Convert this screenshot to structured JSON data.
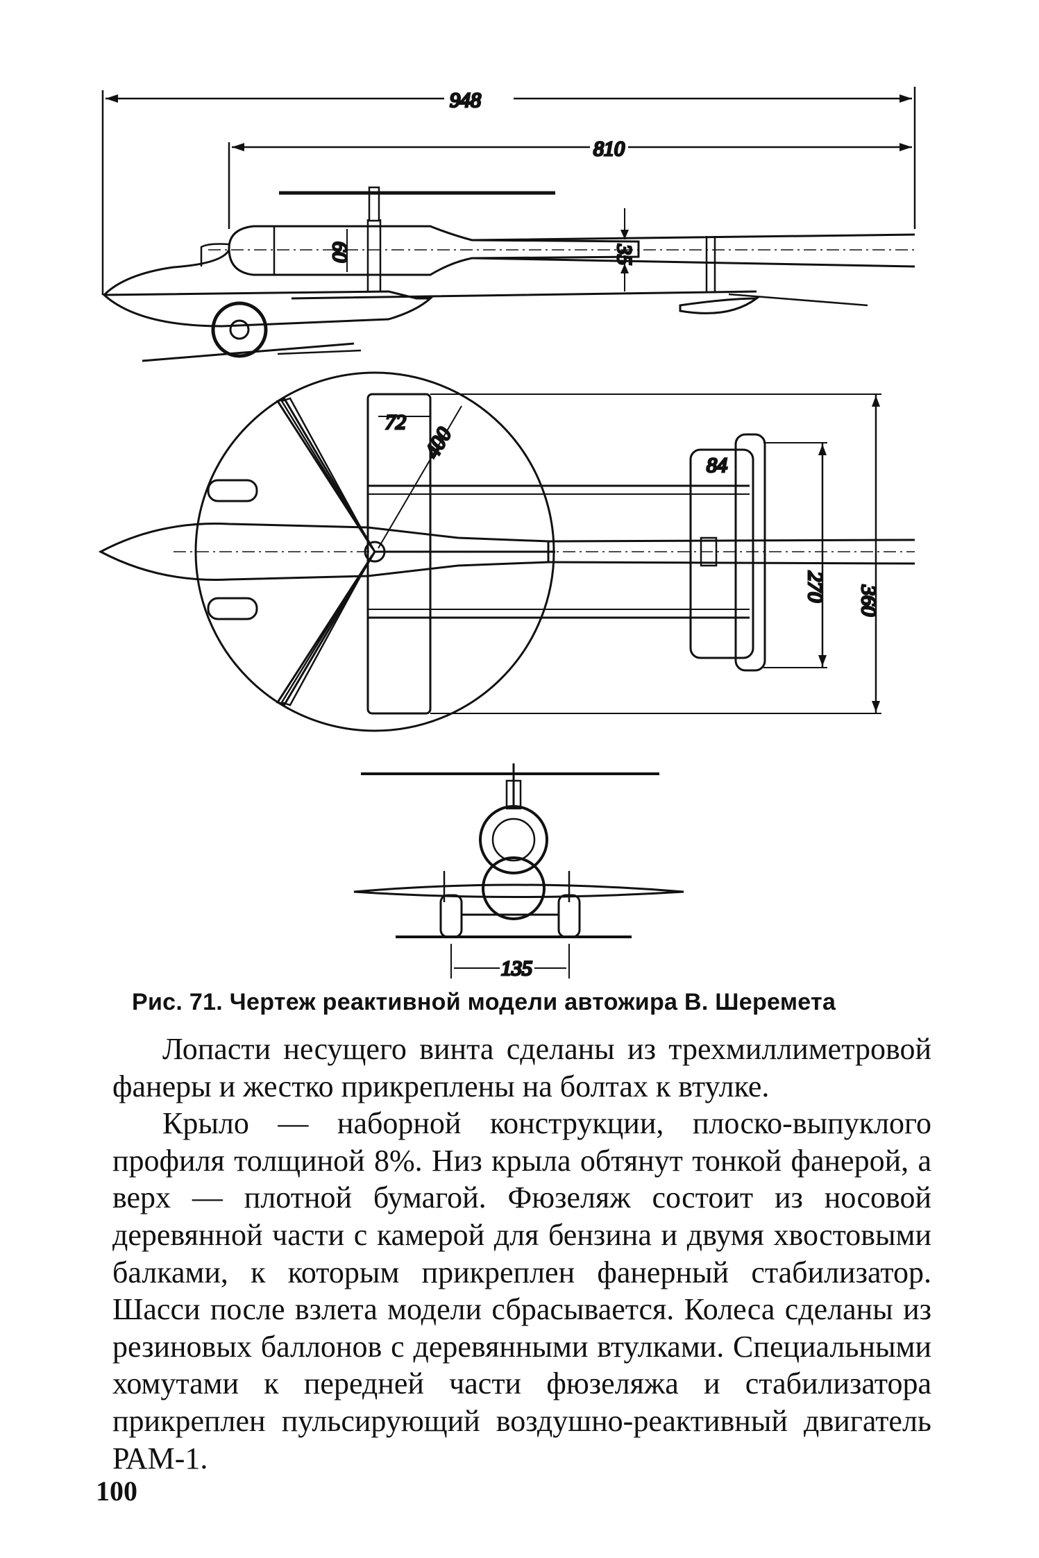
{
  "figure": {
    "dimensions": {
      "total_length": "948",
      "boom_length": "810",
      "fuselage_diameter": "60",
      "boom_diameter": "35",
      "wing_chord": "72",
      "rotor_diameter": "400",
      "stabilizer_chord": "84",
      "stabilizer_span": "270",
      "wing_span": "360",
      "track_width": "135"
    },
    "caption": "Рис. 71. Чертеж реактивной модели автожира В. Шеремета"
  },
  "paragraphs": [
    "Лопасти несущего винта сделаны из трехмиллиметровой фанеры и жестко прикреплены на болтах к втулке.",
    "Крыло — наборной конструкции, плоско-выпуклого профиля толщиной 8%. Низ крыла обтянут тонкой фанерой, а верх — плотной бумагой. Фюзеляж состоит из носовой деревянной части с камерой для бензина и двумя хвостовыми балками, к которым прикреплен фанерный стабилизатор. Шасси после взлета модели сбрасывается. Колеса сделаны из резиновых баллонов с деревянными втулками. Специальными хомутами к передней части фюзеляжа и стабилизатора прикреплен пульсирующий воздушно-реактивный двигатель РАМ-1."
  ],
  "page_number": "100"
}
